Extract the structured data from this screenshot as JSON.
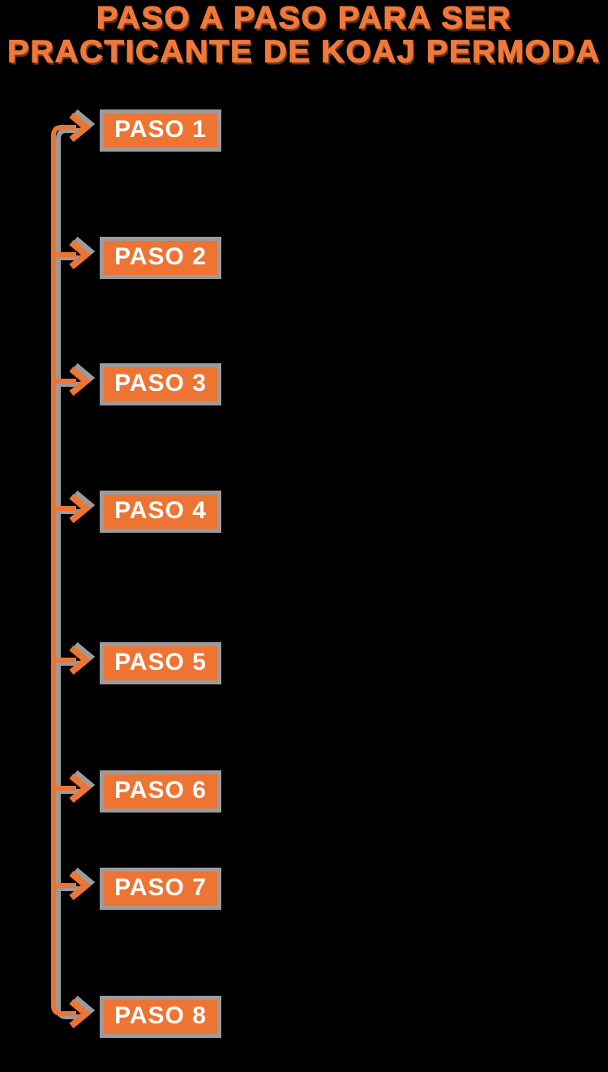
{
  "title": {
    "line1": "PASO A PASO PARA SER",
    "line2": "PRACTICANTE DE KOAJ PERMODA"
  },
  "steps": [
    {
      "label": "PASO 1"
    },
    {
      "label": "PASO 2"
    },
    {
      "label": "PASO 3"
    },
    {
      "label": "PASO 4"
    },
    {
      "label": "PASO 5"
    },
    {
      "label": "PASO 6"
    },
    {
      "label": "PASO 7"
    },
    {
      "label": "PASO 8"
    }
  ],
  "icons": {
    "connector_arrow": "arrow-right-icon"
  },
  "colors": {
    "title": "#F0783B",
    "step_fill": "#EE7434",
    "step_text": "#FFFFFF",
    "connector": "#EE7434",
    "shadow": "#9B9B9B",
    "background": "#000000"
  }
}
